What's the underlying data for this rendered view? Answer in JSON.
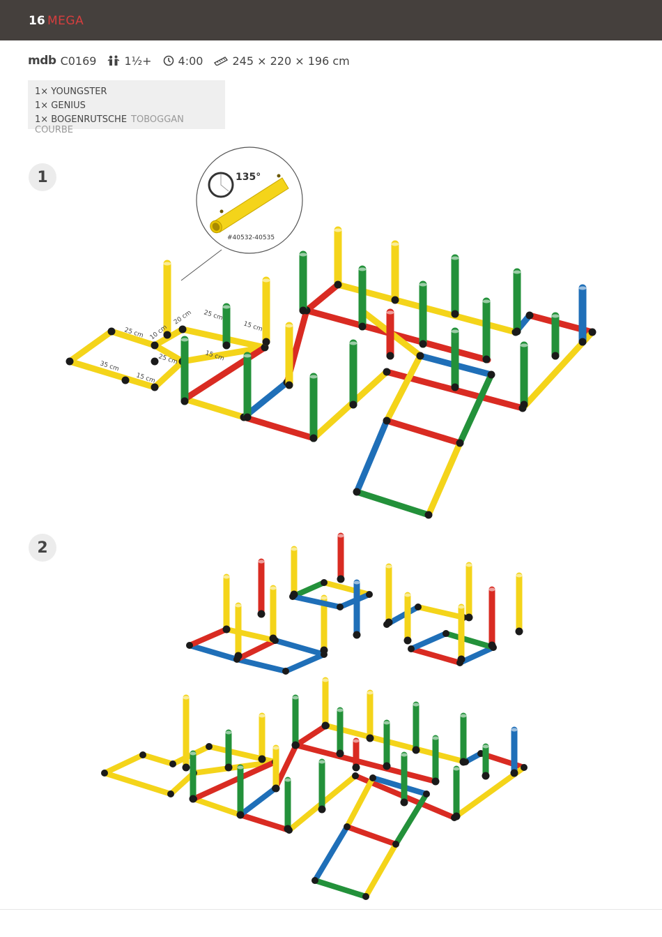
{
  "header": {
    "page_number": "16",
    "title": "MEGA"
  },
  "info": {
    "brand": "mdb",
    "model": "C0169",
    "age": "1½+",
    "time": "4:00",
    "dimensions": "245 × 220 × 196 cm"
  },
  "parts": [
    {
      "text": "1× YOUNGSTER",
      "sub": ""
    },
    {
      "text": "1× GENIUS",
      "sub": ""
    },
    {
      "text": "1× BOGENRUTSCHE",
      "sub": "TOBOGGAN COURBE"
    }
  ],
  "steps": [
    "1",
    "2"
  ],
  "detail": {
    "angle": "135°",
    "part_number": "#40532-40535"
  },
  "measurements": [
    "25 cm",
    "10 cm",
    "20 cm",
    "25 cm",
    "15 cm",
    "25 cm",
    "15 cm",
    "35 cm",
    "15 cm"
  ],
  "colors": {
    "header_bg": "#45403d",
    "accent": "#d63e3e",
    "yellow": "#f4d41a",
    "green": "#23913a",
    "blue": "#1f6fb8",
    "red": "#d92b22"
  },
  "icons": [
    "child-icon",
    "clock-icon",
    "ruler-icon"
  ]
}
